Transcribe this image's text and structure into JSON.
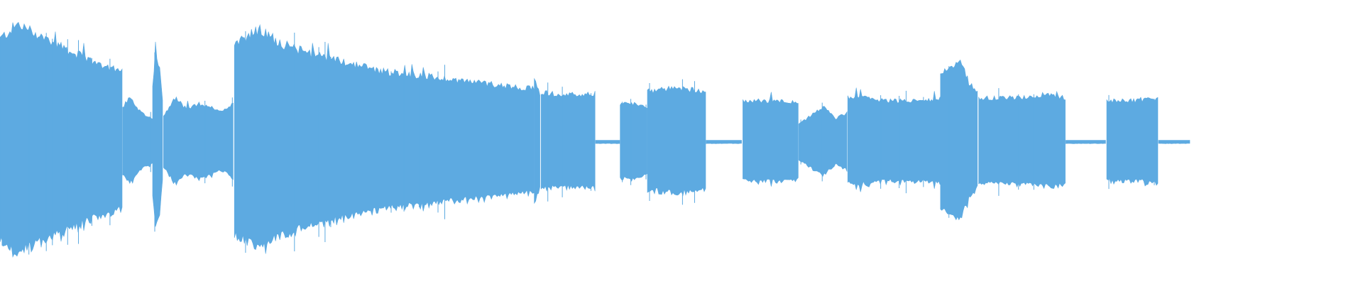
{
  "waveform": {
    "color": "#5DAAE1",
    "background": "#FFFFFF",
    "duration_fraction_with_audio": 0.87,
    "segments": [
      {
        "start": 0.0,
        "end": 0.09,
        "level": [
          0.7,
          0.8,
          0.74,
          0.68,
          0.62,
          0.56,
          0.52,
          0.48
        ]
      },
      {
        "start": 0.09,
        "end": 0.112,
        "level": [
          0.24,
          0.3,
          0.22,
          0.18,
          0.16
        ]
      },
      {
        "start": 0.112,
        "end": 0.12,
        "level": [
          0.4,
          0.62,
          0.48,
          0.2
        ]
      },
      {
        "start": 0.12,
        "end": 0.172,
        "level": [
          0.18,
          0.3,
          0.22,
          0.26,
          0.24,
          0.2,
          0.28
        ]
      },
      {
        "start": 0.172,
        "end": 0.392,
        "level": [
          0.68,
          0.76,
          0.66,
          0.6,
          0.56,
          0.52,
          0.48,
          0.46,
          0.44,
          0.42,
          0.4,
          0.38,
          0.36
        ]
      },
      {
        "start": 0.392,
        "end": 0.397,
        "level": [
          0.45,
          0.3
        ]
      },
      {
        "start": 0.397,
        "end": 0.437,
        "level": [
          0.34,
          0.32,
          0.32,
          0.33
        ]
      },
      {
        "start": 0.437,
        "end": 0.455,
        "level": [
          0.01,
          0.01
        ]
      },
      {
        "start": 0.455,
        "end": 0.475,
        "level": [
          0.26,
          0.26,
          0.24
        ]
      },
      {
        "start": 0.475,
        "end": 0.518,
        "level": [
          0.34,
          0.36,
          0.36,
          0.34
        ]
      },
      {
        "start": 0.518,
        "end": 0.545,
        "level": [
          0.01,
          0.01
        ]
      },
      {
        "start": 0.545,
        "end": 0.586,
        "level": [
          0.28,
          0.28,
          0.28,
          0.27
        ]
      },
      {
        "start": 0.586,
        "end": 0.622,
        "level": [
          0.12,
          0.18,
          0.24,
          0.16,
          0.2
        ]
      },
      {
        "start": 0.622,
        "end": 0.69,
        "level": [
          0.3,
          0.3,
          0.28,
          0.28,
          0.28,
          0.3
        ]
      },
      {
        "start": 0.69,
        "end": 0.718,
        "level": [
          0.46,
          0.5,
          0.58,
          0.4,
          0.32
        ]
      },
      {
        "start": 0.718,
        "end": 0.782,
        "level": [
          0.3,
          0.3,
          0.3,
          0.32,
          0.3
        ]
      },
      {
        "start": 0.782,
        "end": 0.812,
        "level": [
          0.01,
          0.01
        ]
      },
      {
        "start": 0.812,
        "end": 0.85,
        "level": [
          0.28,
          0.28,
          0.28,
          0.3
        ]
      },
      {
        "start": 0.85,
        "end": 0.873,
        "level": [
          0.01,
          0.01
        ]
      }
    ]
  }
}
